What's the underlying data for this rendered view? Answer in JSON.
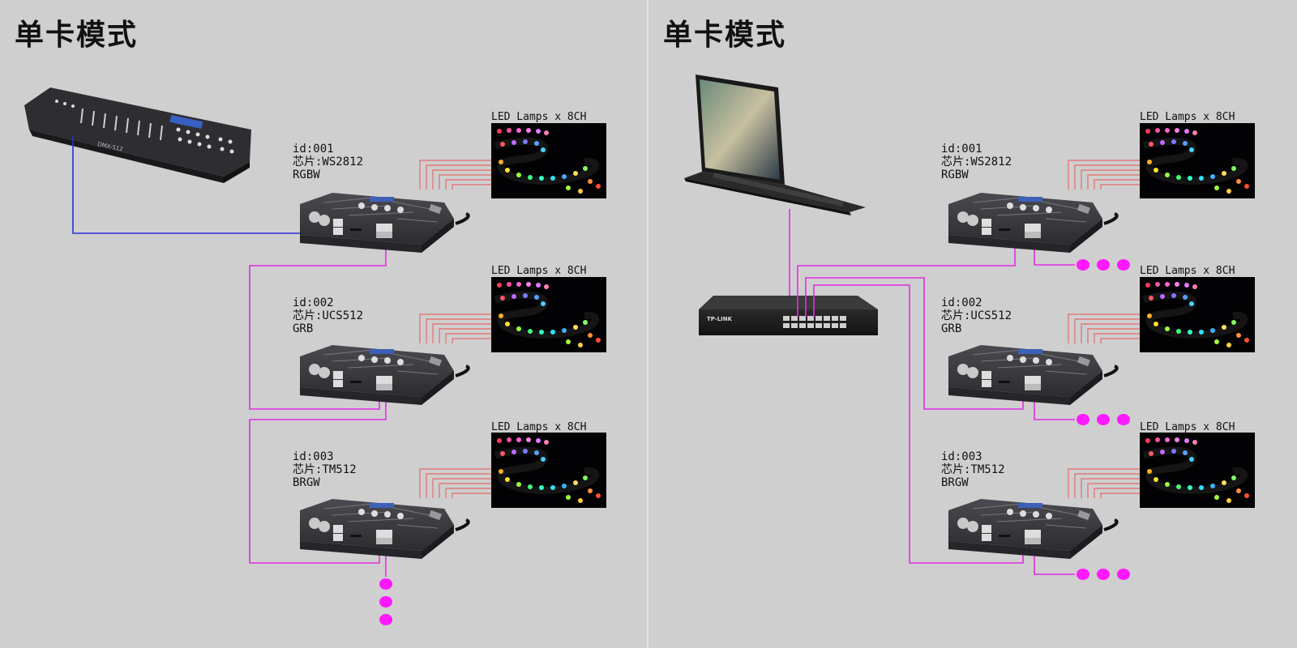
{
  "left_panel": {
    "title": "单卡模式",
    "devices": [
      {
        "id": "id:001",
        "chip": "芯片:WS2812",
        "order": "RGBW",
        "led_label": "LED Lamps x 8CH"
      },
      {
        "id": "id:002",
        "chip": "芯片:UCS512",
        "order": "GRB",
        "led_label": "LED Lamps x 8CH"
      },
      {
        "id": "id:003",
        "chip": "芯片:TM512",
        "order": "BRGW",
        "led_label": "LED Lamps x 8CH"
      }
    ]
  },
  "right_panel": {
    "title": "单卡模式",
    "devices": [
      {
        "id": "id:001",
        "chip": "芯片:WS2812",
        "order": "RGBW",
        "led_label": "LED Lamps x 8CH"
      },
      {
        "id": "id:002",
        "chip": "芯片:UCS512",
        "order": "GRB",
        "led_label": "LED Lamps x 8CH"
      },
      {
        "id": "id:003",
        "chip": "芯片:TM512",
        "order": "BRGW",
        "led_label": "LED Lamps x 8CH"
      }
    ]
  },
  "colors": {
    "background": "#cfcfcf",
    "dmx_line": "#2b2bd6",
    "network_line": "#e22de2",
    "led_wires": "#e07a7a",
    "continuation_dot": "#ff19ff",
    "controller_body": "#3c3c40"
  },
  "icons": {
    "console": "dmx-console-icon",
    "laptop": "laptop-icon",
    "switch": "network-switch-icon",
    "controller": "led-controller-icon",
    "led_strip": "led-strip-photo"
  }
}
